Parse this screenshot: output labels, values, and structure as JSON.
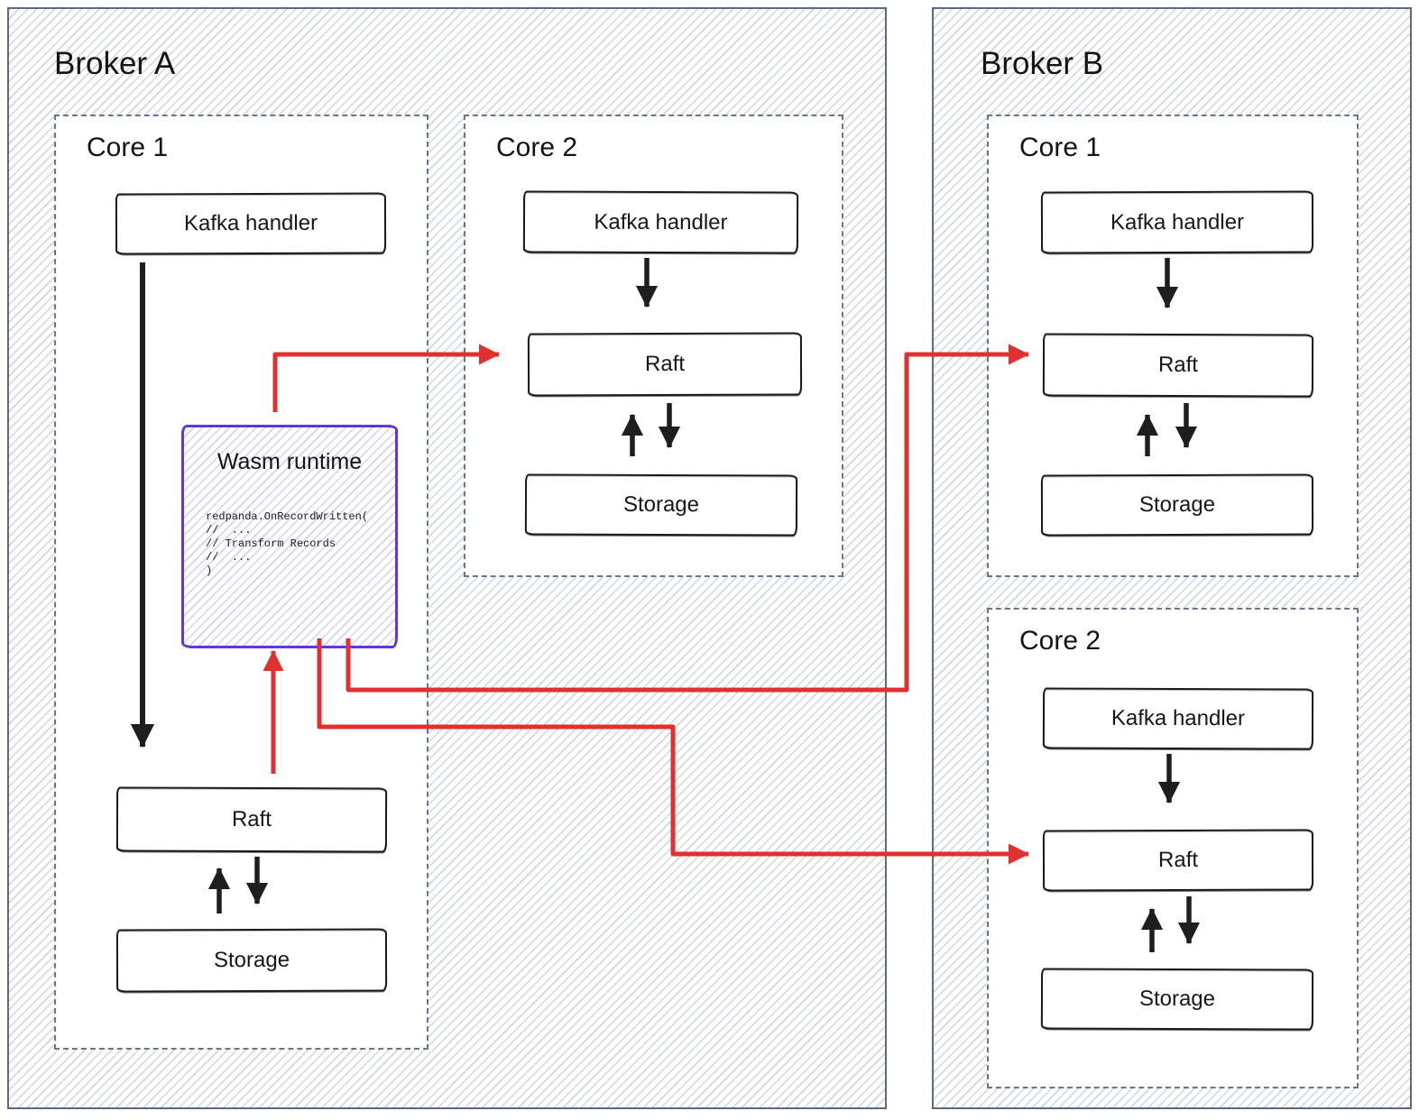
{
  "brokers": [
    {
      "title": "Broker A",
      "cores": [
        {
          "title": "Core 1",
          "kafka": "Kafka handler",
          "raft": "Raft",
          "storage": "Storage"
        },
        {
          "title": "Core 2",
          "kafka": "Kafka handler",
          "raft": "Raft",
          "storage": "Storage"
        }
      ]
    },
    {
      "title": "Broker B",
      "cores": [
        {
          "title": "Core 1",
          "kafka": "Kafka handler",
          "raft": "Raft",
          "storage": "Storage"
        },
        {
          "title": "Core 2",
          "kafka": "Kafka handler",
          "raft": "Raft",
          "storage": "Storage"
        }
      ]
    }
  ],
  "wasm": {
    "title": "Wasm runtime",
    "code_lines": [
      "redpanda.OnRecordWritten(",
      "//  ...",
      "// Transform Records",
      "//  ...",
      ")"
    ]
  },
  "colors": {
    "arrow_red": "#e03131",
    "wasm_purple": "#6137dd",
    "frame_slate": "#5c6b85",
    "node_black": "#191919"
  }
}
